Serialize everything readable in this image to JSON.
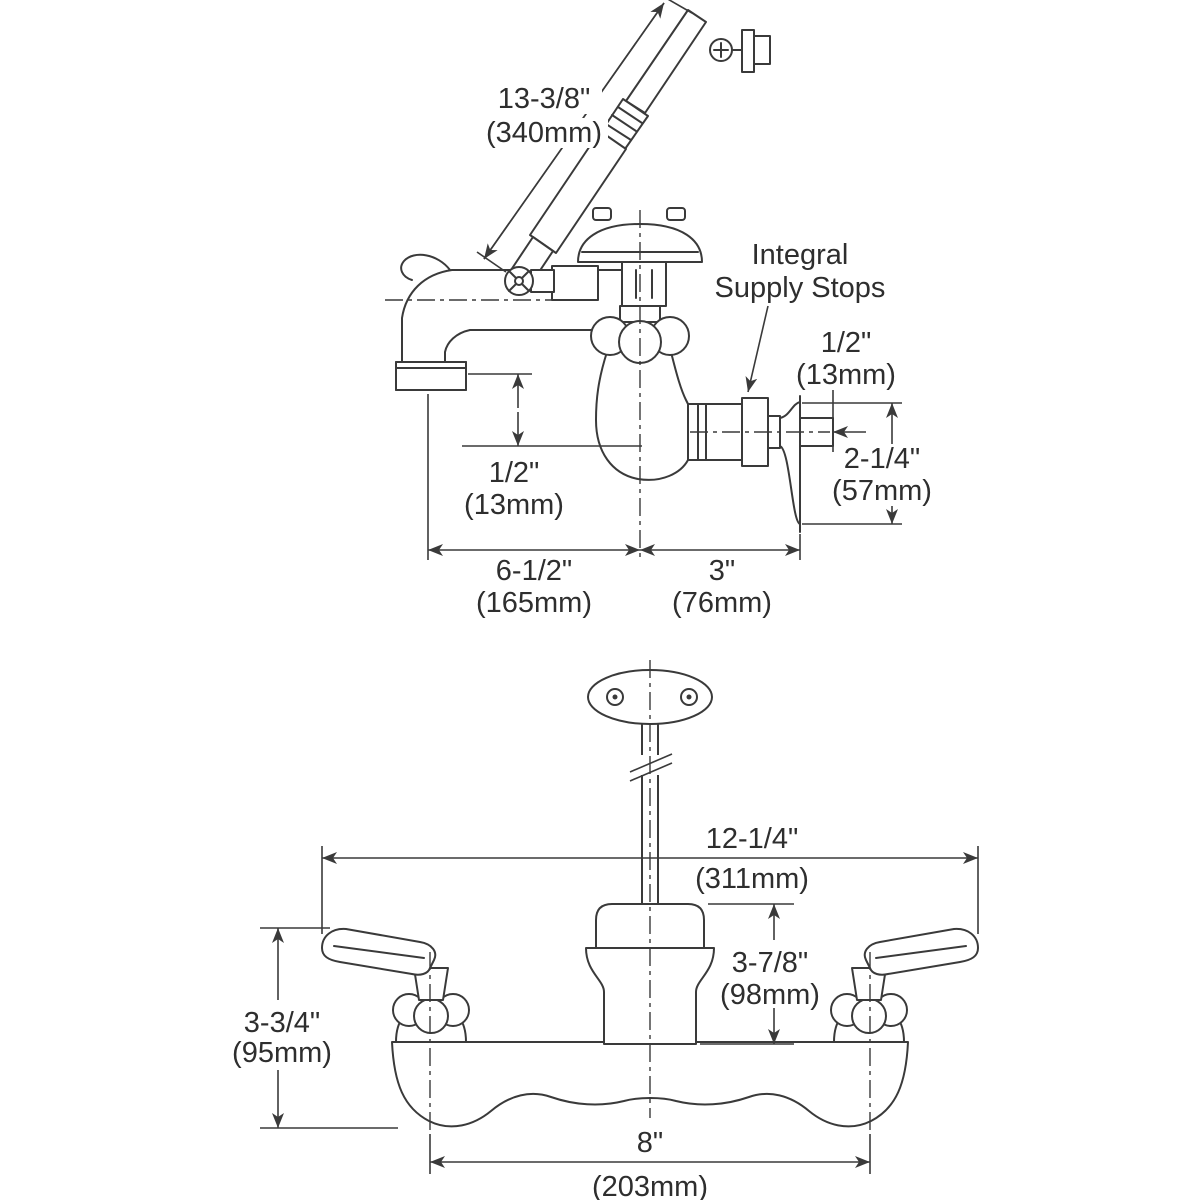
{
  "drawing": {
    "line_color": "#3a3a3a",
    "bg_color": "#ffffff",
    "annotation": {
      "line1": "Integral",
      "line2": "Supply Stops"
    },
    "side_view": {
      "hose_length": {
        "in": "13-3/8\"",
        "mm": "(340mm)"
      },
      "supply_inlet": {
        "in": "1/2\"",
        "mm": "(13mm)"
      },
      "flange": {
        "in": "2-1/4\"",
        "mm": "(57mm)"
      },
      "spout_drop": {
        "in": "1/2\"",
        "mm": "(13mm)"
      },
      "spout_reach": {
        "in": "6-1/2\"",
        "mm": "(165mm)"
      },
      "wall_to_center": {
        "in": "3\"",
        "mm": "(76mm)"
      }
    },
    "front_view": {
      "overall_width": {
        "in": "12-1/4\"",
        "mm": "(311mm)"
      },
      "spout_height": {
        "in": "3-7/8\"",
        "mm": "(98mm)"
      },
      "body_height": {
        "in": "3-3/4\"",
        "mm": "(95mm)"
      },
      "inlet_spacing": {
        "in": "8\"",
        "mm": "(203mm)"
      }
    }
  }
}
